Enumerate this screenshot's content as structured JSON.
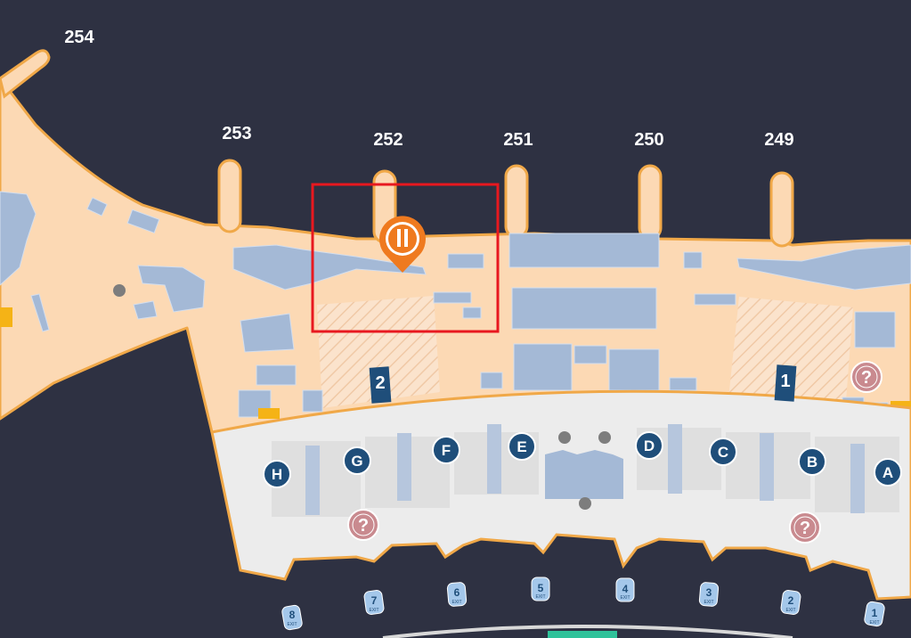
{
  "gates": [
    "254",
    "253",
    "252",
    "251",
    "250",
    "249"
  ],
  "checkin_zones": [
    "H",
    "G",
    "F",
    "E",
    "D",
    "C",
    "B",
    "A"
  ],
  "exits": [
    "8",
    "7",
    "6",
    "5",
    "4",
    "3",
    "2",
    "1"
  ],
  "exit_caption": "EXIT",
  "security_checkpoints": [
    "2",
    "1"
  ],
  "help_symbol": "?",
  "colors": {
    "background": "#2e3142",
    "concourse": "#fcd9b4",
    "outline": "#f0a848",
    "shops": "#a4b9d6",
    "checkin_hall": "#ececec",
    "zone_badge": "#1f4e7a",
    "help": "#c98a8f",
    "highlight": "#e8181f",
    "pin": "#ef7a1f"
  },
  "icons": {
    "location_pin": "restaurant-pin-icon",
    "help_points": "information-question-icon",
    "elevators": "escalator-icon"
  }
}
